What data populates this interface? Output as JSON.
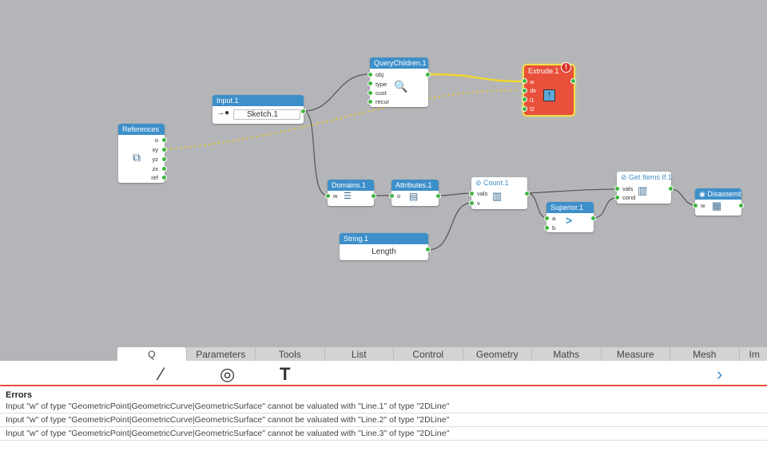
{
  "nodes": {
    "references": {
      "title": "References",
      "ports": [
        "o",
        "xy",
        "yz",
        "zx",
        "ref"
      ]
    },
    "input": {
      "title": "Input.1",
      "value": "Sketch.1"
    },
    "query": {
      "title": "QueryChildren.1",
      "ports": [
        "obj",
        "type",
        "cust",
        "recur"
      ]
    },
    "extrude": {
      "title": "Extrude.1",
      "ports": [
        "w",
        "dir",
        "l1",
        "l2"
      ],
      "badge": "!"
    },
    "domains": {
      "title": "Domains.1",
      "ports": [
        "w"
      ]
    },
    "attributes": {
      "title": "Attributes.1",
      "ports": [
        "o"
      ]
    },
    "count": {
      "title": "Count.1",
      "ports": [
        "vals",
        "v"
      ]
    },
    "superior": {
      "title": "Superior.1",
      "ports": [
        "a",
        "b"
      ],
      "symbol": ">"
    },
    "getitems": {
      "title": "Get Items If.1",
      "ports": [
        "vals",
        "cond"
      ]
    },
    "disassemble": {
      "title": "Disassemb",
      "ports": [
        "w"
      ]
    },
    "string": {
      "title": "String.1",
      "value": "Length"
    }
  },
  "tabs": [
    "Q",
    "Parameters",
    "Tools",
    "List",
    "Control",
    "Geometry",
    "Maths",
    "Measure",
    "Mesh",
    "Im"
  ],
  "errors": {
    "title": "Errors",
    "items": [
      "Input \"w\" of type \"GeometricPoint|GeometricCurve|GeometricSurface\" cannot be valuated with \"Line.1\" of type \"2DLine\"",
      "Input \"w\" of type \"GeometricPoint|GeometricCurve|GeometricSurface\" cannot be valuated with \"Line.2\" of type \"2DLine\"",
      "Input \"w\" of type \"GeometricPoint|GeometricCurve|GeometricSurface\" cannot be valuated with \"Line.3\" of type \"2DLine\""
    ]
  },
  "colors": {
    "accent": "#3d8fc9",
    "error": "#e8503a",
    "port": "#3fb63f",
    "highlight": "#f2e24a"
  }
}
